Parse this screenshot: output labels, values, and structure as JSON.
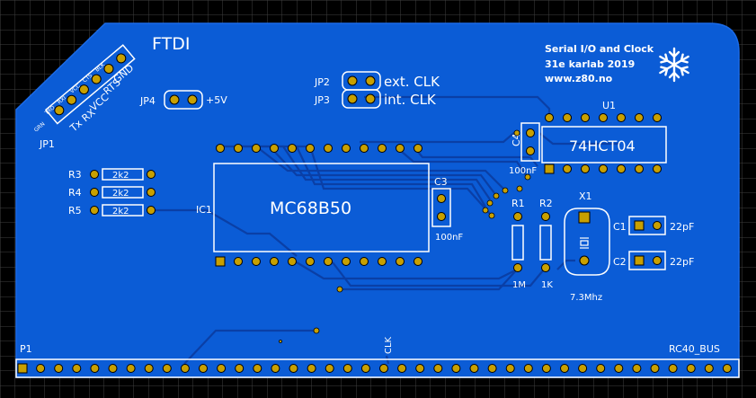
{
  "board": {
    "ftdi_title": "FTDI",
    "info_line1": "Serial I/O and Clock",
    "info_line2": "31e karlab 2019",
    "info_line3": "www.z80.no",
    "bus_label": "RC40_BUS",
    "clk_label": "CLK",
    "snowflake_icon": "snowflake-icon"
  },
  "headers": {
    "jp1": {
      "ref": "JP1",
      "pin_labels": [
        "GRN",
        "TXO",
        "RXI",
        "VCC",
        "CTS",
        "BLK"
      ],
      "signal_labels": [
        "Tx",
        "RX",
        "VCC",
        "RTS",
        "GND"
      ]
    },
    "jp2": {
      "ref": "JP2",
      "label": "ext. CLK"
    },
    "jp3": {
      "ref": "JP3",
      "label": "int. CLK"
    },
    "jp4": {
      "ref": "JP4",
      "label": "+5V"
    },
    "p1": {
      "ref": "P1"
    }
  },
  "components": {
    "ic1": {
      "ref": "IC1",
      "value": "MC68B50"
    },
    "u1": {
      "ref": "U1",
      "value": "74HCT04"
    },
    "r3": {
      "ref": "R3",
      "value": "2k2"
    },
    "r4": {
      "ref": "R4",
      "value": "2k2"
    },
    "r5": {
      "ref": "R5",
      "value": "2k2"
    },
    "r1": {
      "ref": "R1",
      "value": "1M"
    },
    "r2": {
      "ref": "R2",
      "value": "1K"
    },
    "c1": {
      "ref": "C1",
      "value": "22pF"
    },
    "c2": {
      "ref": "C2",
      "value": "22pF"
    },
    "c3": {
      "ref": "C3",
      "value": "100nF"
    },
    "c4": {
      "ref": "C4",
      "value": "100nF"
    },
    "x1": {
      "ref": "X1",
      "value": "7.3Mhz"
    }
  },
  "colors": {
    "background": "#000000",
    "grid": "#444444",
    "board": "#0b5cd6",
    "copper_fill": "#0a56cc",
    "trace": "#0a3fa6",
    "pad": "#c8a000",
    "silkscreen": "#ffffff"
  }
}
